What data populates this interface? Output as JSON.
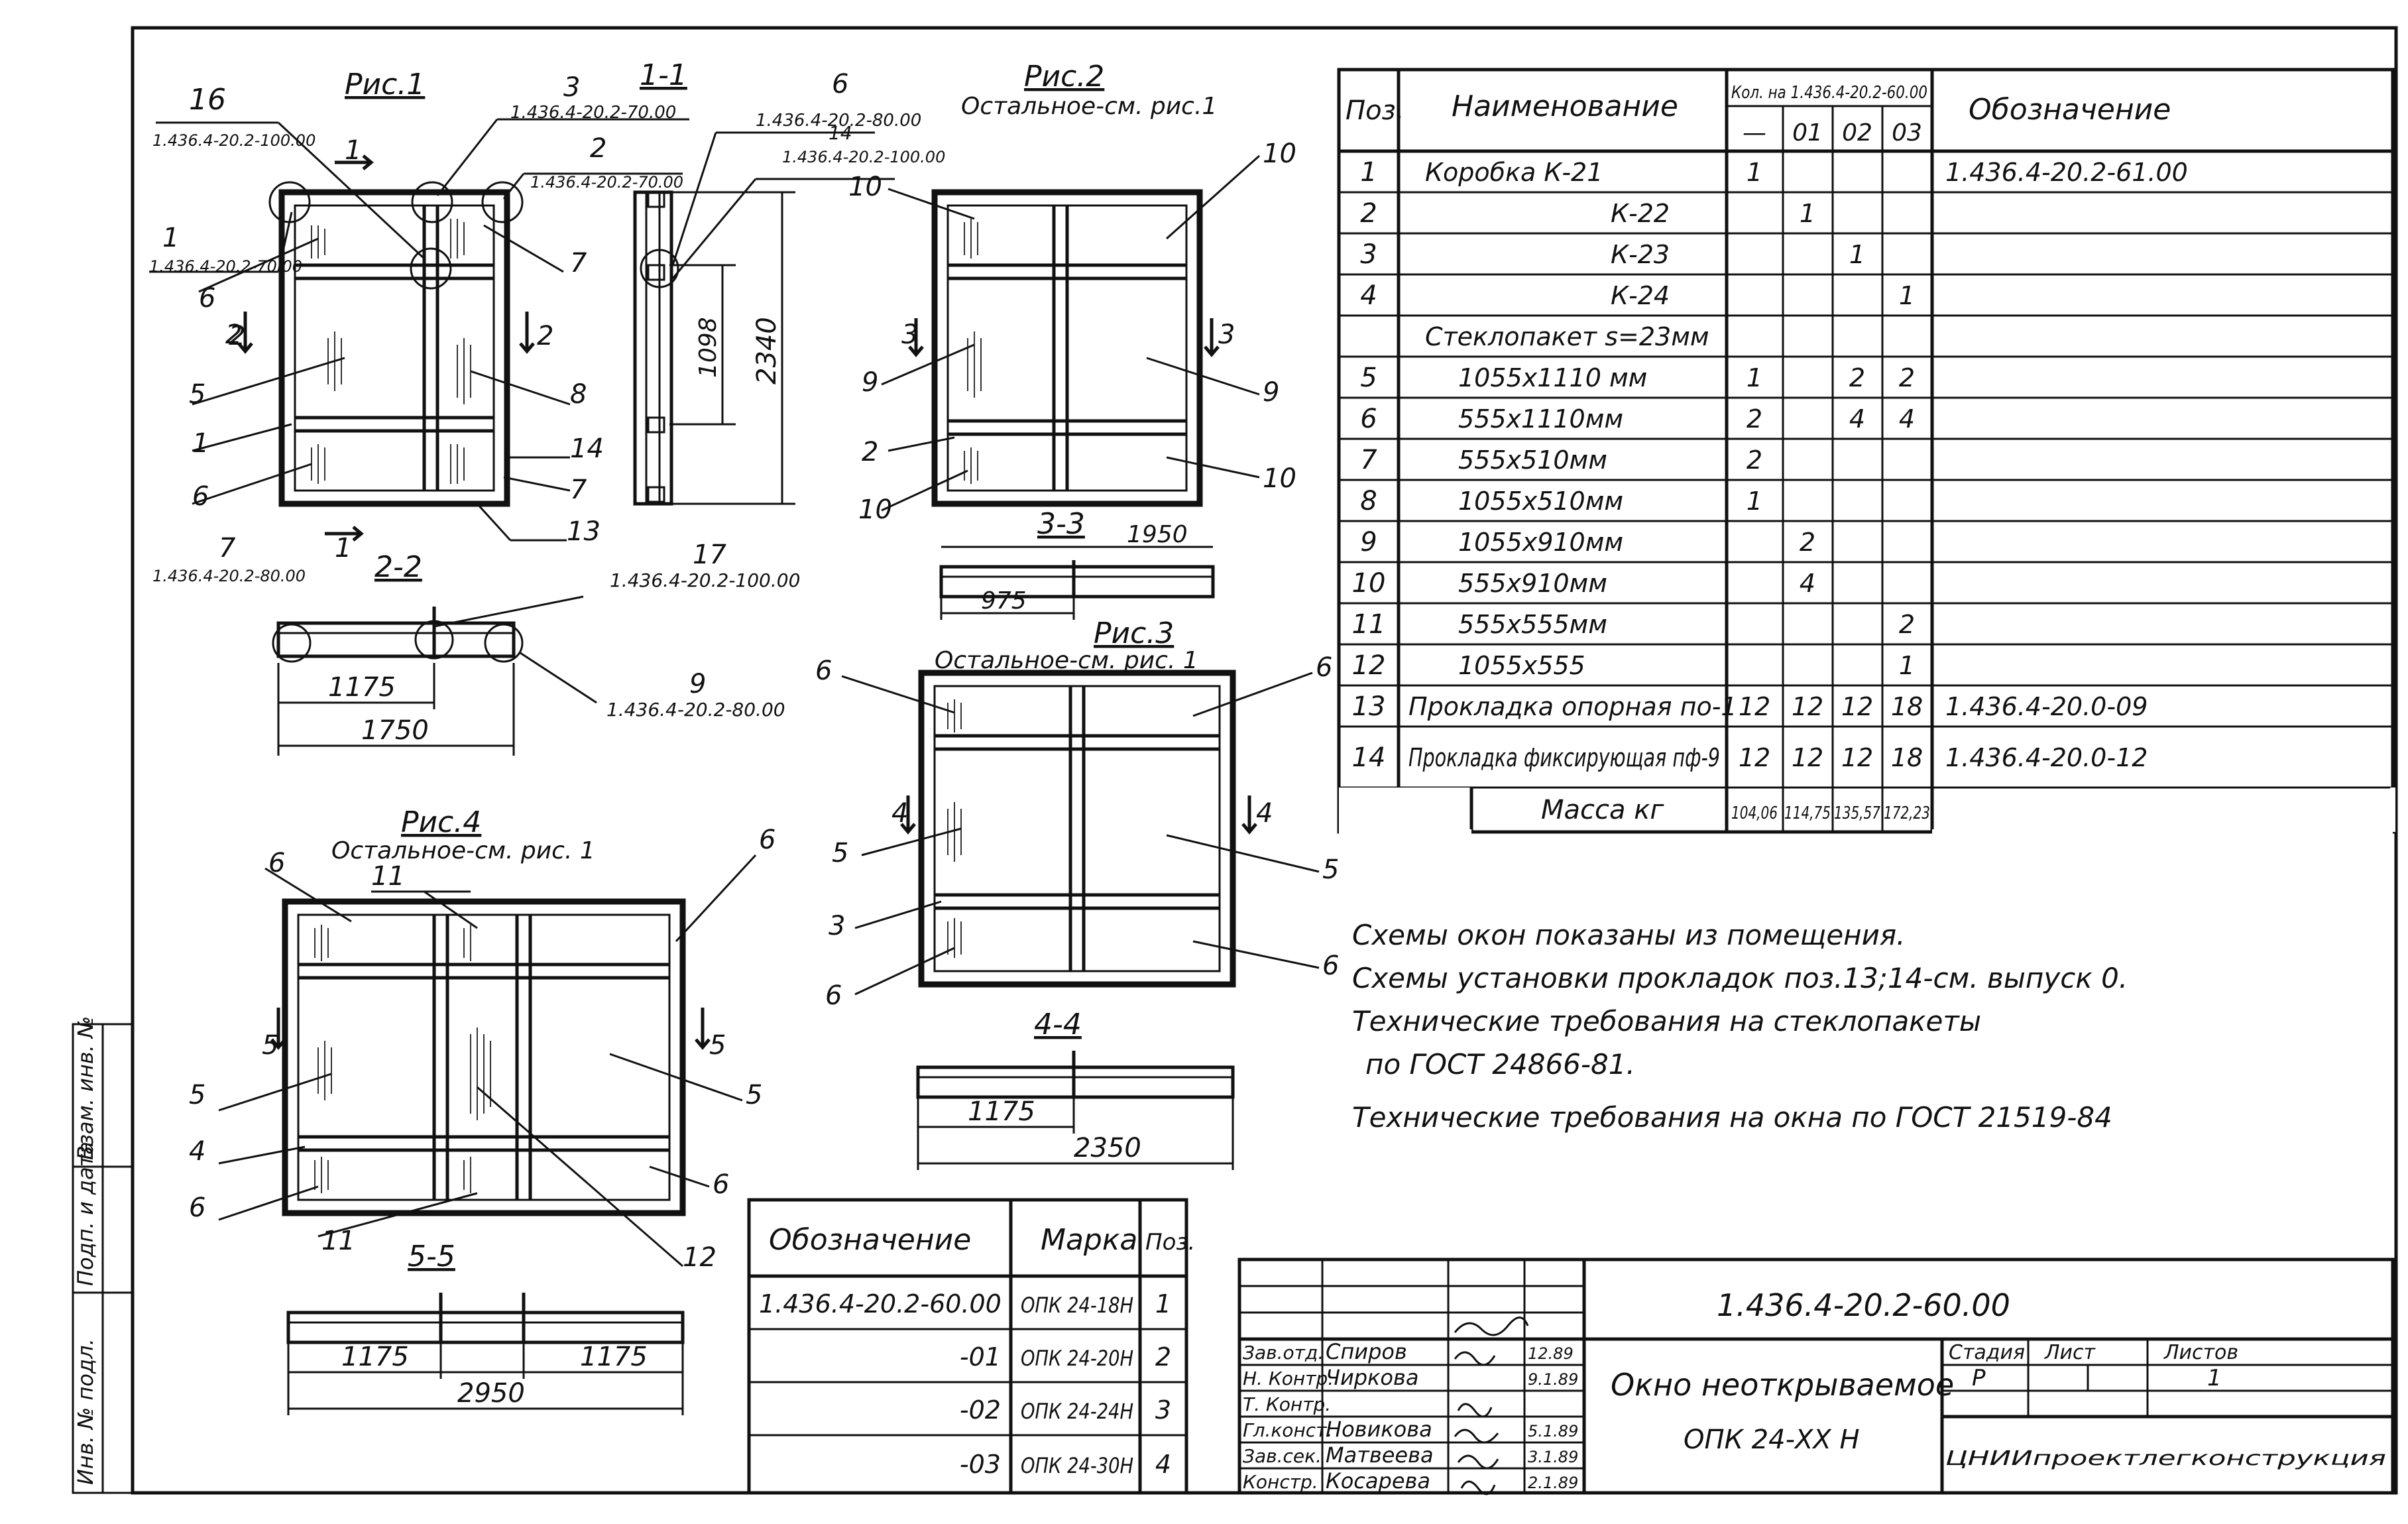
{
  "figures": {
    "fig1": {
      "title": "Рис.1",
      "callouts": [
        "16",
        "1.436.4-20.2-100.00",
        "3",
        "1.436.4-20.2-70.00",
        "2",
        "1.436.4-20.2-70.00",
        "1",
        "1.436.4-20.2-70.00",
        "6",
        "7",
        "2",
        "5",
        "8",
        "1",
        "6",
        "14",
        "7",
        "13"
      ],
      "section_marks": [
        "1",
        "1",
        "2",
        "2"
      ]
    },
    "sec11": {
      "title": "1-1",
      "callouts": [
        "6",
        "1.436.4-20.2-80.00",
        "14",
        "1.436.4-20.2-100.00"
      ],
      "dims": [
        "1098",
        "2340"
      ]
    },
    "sec22": {
      "title": "2-2",
      "callouts": [
        "7",
        "1.436.4-20.2-80.00",
        "17",
        "1.436.4-20.2-100.00",
        "9",
        "1.436.4-20.2-80.00"
      ],
      "dims": [
        "1175",
        "1750"
      ]
    },
    "fig2": {
      "title": "Рис.2",
      "subtitle": "Остальное-см. рис.1",
      "callouts": [
        "10",
        "10",
        "3",
        "3",
        "9",
        "9",
        "2",
        "10",
        "10"
      ]
    },
    "sec33": {
      "title": "3-3",
      "dims": [
        "1950",
        "975"
      ]
    },
    "fig3": {
      "title": "Рис.3",
      "subtitle": "Остальное-см. рис. 1",
      "callouts": [
        "6",
        "6",
        "4",
        "4",
        "5",
        "5",
        "3",
        "6",
        "6"
      ]
    },
    "sec44": {
      "title": "4-4",
      "dims": [
        "1175",
        "2350"
      ]
    },
    "fig4": {
      "title": "Рис.4",
      "subtitle": "Остальное-см. рис. 1",
      "callouts": [
        "6",
        "6",
        "11",
        "5",
        "5",
        "5",
        "5",
        "4",
        "6",
        "6",
        "11",
        "12"
      ]
    },
    "sec55": {
      "title": "5-5",
      "dims": [
        "1175",
        "1175",
        "2950"
      ]
    }
  },
  "spec_table": {
    "headers": {
      "pos": "Поз.",
      "name": "Наименование",
      "qty_title": "Кол. на 1.436.4-20.2-60.00",
      "designation": "Обозначение"
    },
    "qty_cols": [
      "—",
      "01",
      "02",
      "03"
    ],
    "rows": [
      {
        "pos": "1",
        "name": "Коробка К-21",
        "q": [
          "1",
          "",
          "",
          ""
        ],
        "des": "1.436.4-20.2-61.00"
      },
      {
        "pos": "2",
        "name": "К-22",
        "q": [
          "",
          "1",
          "",
          ""
        ],
        "des": ""
      },
      {
        "pos": "3",
        "name": "К-23",
        "q": [
          "",
          "",
          "1",
          ""
        ],
        "des": ""
      },
      {
        "pos": "4",
        "name": "К-24",
        "q": [
          "",
          "",
          "",
          "1"
        ],
        "des": ""
      },
      {
        "pos": "",
        "name": "Стеклопакет s=23мм",
        "q": [
          "",
          "",
          "",
          ""
        ],
        "des": ""
      },
      {
        "pos": "5",
        "name": "1055x1110 мм",
        "q": [
          "1",
          "",
          "2",
          "2"
        ],
        "des": ""
      },
      {
        "pos": "6",
        "name": "555x1110мм",
        "q": [
          "2",
          "",
          "4",
          "4"
        ],
        "des": ""
      },
      {
        "pos": "7",
        "name": "555x510мм",
        "q": [
          "2",
          "",
          "",
          ""
        ],
        "des": ""
      },
      {
        "pos": "8",
        "name": "1055x510мм",
        "q": [
          "1",
          "",
          "",
          ""
        ],
        "des": ""
      },
      {
        "pos": "9",
        "name": "1055x910мм",
        "q": [
          "",
          "2",
          "",
          ""
        ],
        "des": ""
      },
      {
        "pos": "10",
        "name": "555x910мм",
        "q": [
          "",
          "4",
          "",
          ""
        ],
        "des": ""
      },
      {
        "pos": "11",
        "name": "555x555мм",
        "q": [
          "",
          "",
          "",
          "2"
        ],
        "des": ""
      },
      {
        "pos": "12",
        "name": "1055x555",
        "q": [
          "",
          "",
          "",
          "1"
        ],
        "des": ""
      },
      {
        "pos": "13",
        "name": "Прокладка опорная по-1",
        "q": [
          "12",
          "12",
          "12",
          "18"
        ],
        "des": "1.436.4-20.0-09"
      },
      {
        "pos": "14",
        "name": "Прокладка фиксирующая пф-9",
        "q": [
          "12",
          "12",
          "12",
          "18"
        ],
        "des": "1.436.4-20.0-12"
      }
    ],
    "mass_label": "Масса кг",
    "mass": [
      "104,06",
      "114,75",
      "135,57",
      "172,23"
    ]
  },
  "notes": [
    "Схемы окон показаны из помещения.",
    "Схемы установки прокладок поз.13;14-см. выпуск 0.",
    "Технические требования на стеклопакеты",
    "по ГОСТ 24866-81.",
    "Технические требования на окна по ГОСТ 21519-84"
  ],
  "marks_table": {
    "headers": [
      "Обозначение",
      "Марка",
      "Поз."
    ],
    "rows": [
      [
        "1.436.4-20.2-60.00",
        "ОПК 24-18Н",
        "1"
      ],
      [
        "-01",
        "ОПК 24-20Н",
        "2"
      ],
      [
        "-02",
        "ОПК 24-24Н",
        "3"
      ],
      [
        "-03",
        "ОПК 24-30Н",
        "4"
      ]
    ]
  },
  "title_block": {
    "doc_code": "1.436.4-20.2-60.00",
    "doc_name_1": "Окно неоткрываемое",
    "doc_name_2": "ОПК 24-ХХ Н",
    "stage_label": "Стадия",
    "sheet_label": "Лист",
    "sheets_label": "Листов",
    "stage": "Р",
    "sheets": "1",
    "org": "ЦНИИпроектлегконструкция",
    "staff": [
      [
        "Зав.отд.",
        "Спиров",
        "12.89"
      ],
      [
        "Н. Контр.",
        "Чиркова",
        "9.1.89"
      ],
      [
        "Т. Контр.",
        "",
        ""
      ],
      [
        "Гл.конст.",
        "Новикова",
        "5.1.89"
      ],
      [
        "Зав.сек.",
        "Матвеева",
        "3.1.89"
      ],
      [
        "Констр.",
        "Косарева",
        "2.1.89"
      ]
    ]
  },
  "side_stamp": [
    "Инв. № подл.",
    "Подп. и дата",
    "Взам. инв. №"
  ]
}
